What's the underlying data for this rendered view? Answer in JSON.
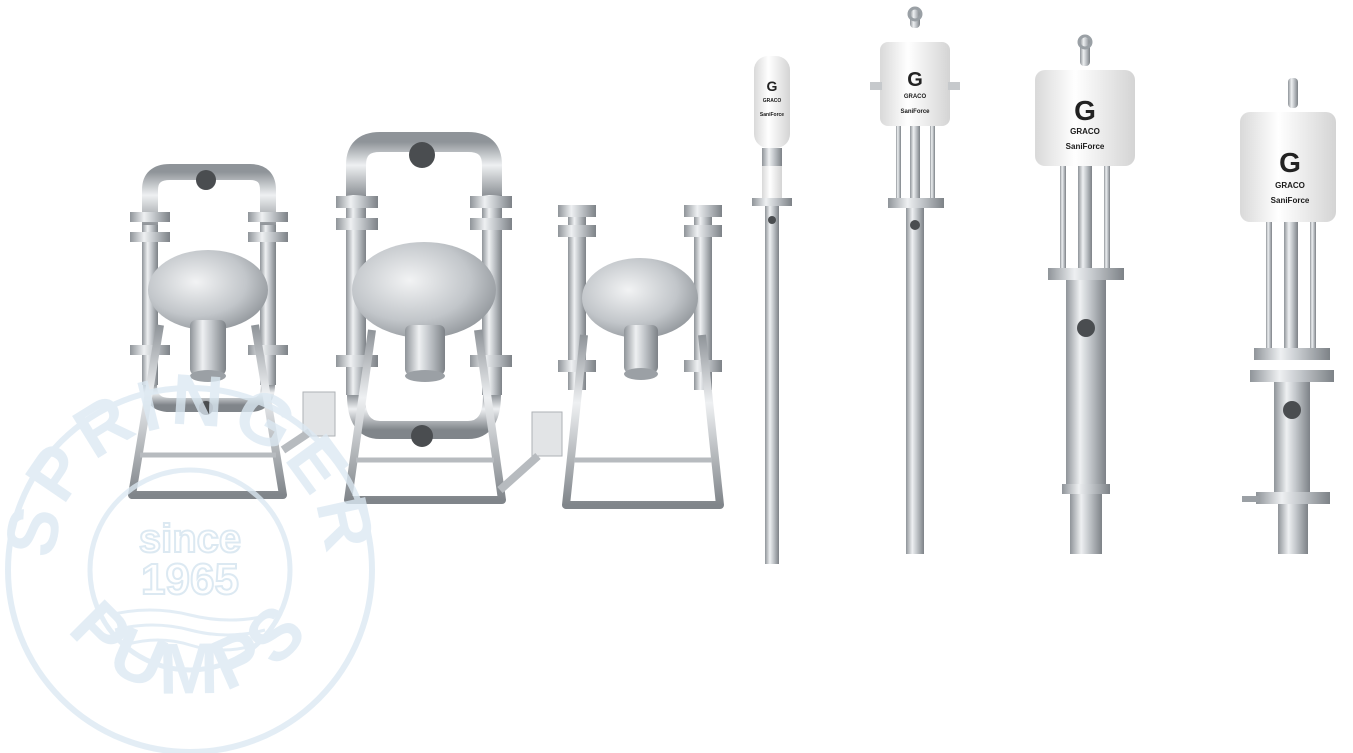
{
  "watermark": {
    "top_text": "SPRINGER",
    "bottom_text": "PUMPS",
    "since_text": "since",
    "year_text": "1965",
    "color": "#dce9f3"
  },
  "products": {
    "brand_name": "GRACO",
    "product_line": "SaniForce",
    "metal_color": "#c9ccd0",
    "cap_color": "#f4f4f4"
  }
}
